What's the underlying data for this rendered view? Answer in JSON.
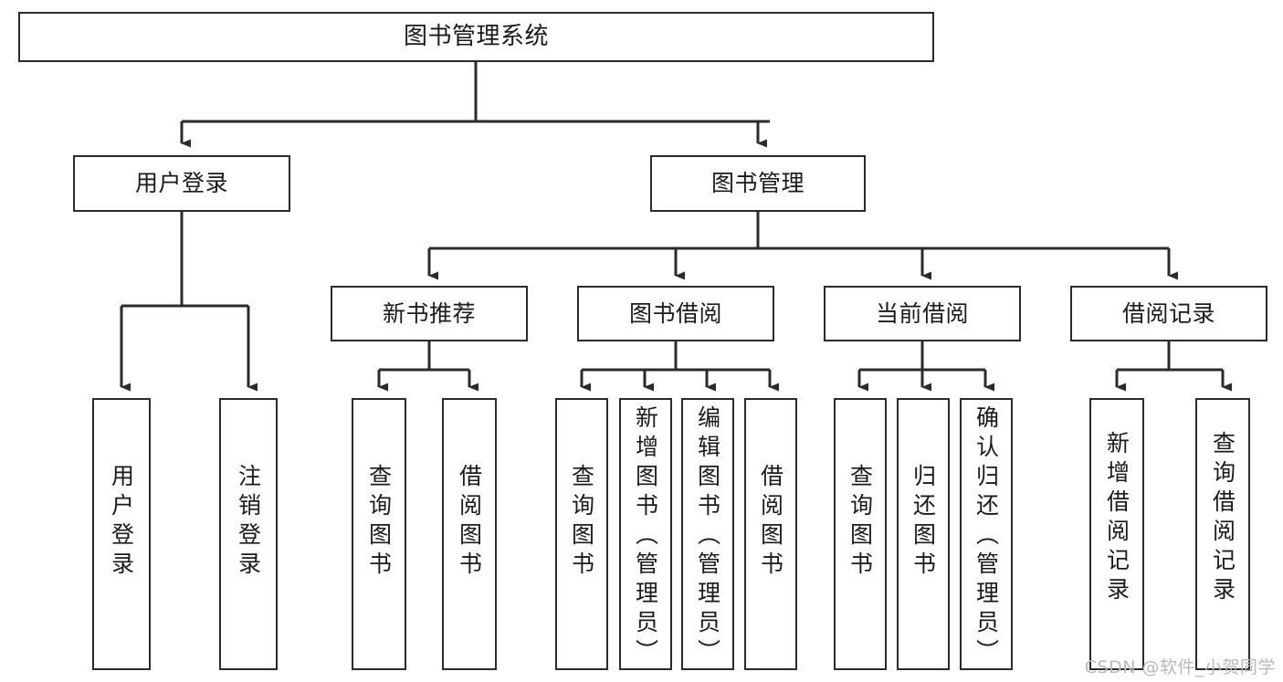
{
  "diagram": {
    "type": "tree-hierarchy",
    "title": "图书管理系统",
    "watermark": "CSDN @软件_小贺同学",
    "colors": {
      "stroke": "#2b2b2b",
      "fill": "#ffffff",
      "text": "#1a1a1a",
      "watermark": "#b9b9b9"
    },
    "nodes": {
      "root": {
        "label": "图书管理系统"
      },
      "level2": [
        {
          "id": "user-login",
          "label": "用户登录"
        },
        {
          "id": "book-manage",
          "label": "图书管理"
        }
      ],
      "level3": [
        {
          "id": "new-book-recommend",
          "label": "新书推荐"
        },
        {
          "id": "book-borrow",
          "label": "图书借阅"
        },
        {
          "id": "current-borrow",
          "label": "当前借阅"
        },
        {
          "id": "borrow-record",
          "label": "借阅记录"
        }
      ],
      "leaves": [
        {
          "id": "leaf-user-login",
          "label": "用户登录",
          "parent": "user-login"
        },
        {
          "id": "leaf-logout-login",
          "label": "注销登录",
          "parent": "user-login"
        },
        {
          "id": "leaf-query-book-1",
          "label": "查询图书",
          "parent": "new-book-recommend"
        },
        {
          "id": "leaf-borrow-book-1",
          "label": "借阅图书",
          "parent": "new-book-recommend"
        },
        {
          "id": "leaf-query-book-2",
          "label": "查询图书",
          "parent": "book-borrow"
        },
        {
          "id": "leaf-add-book",
          "label": "新增图书（管理员）",
          "parent": "book-borrow"
        },
        {
          "id": "leaf-edit-book",
          "label": "编辑图书（管理员）",
          "parent": "book-borrow"
        },
        {
          "id": "leaf-borrow-book-2",
          "label": "借阅图书",
          "parent": "book-borrow"
        },
        {
          "id": "leaf-query-book-3",
          "label": "查询图书",
          "parent": "current-borrow"
        },
        {
          "id": "leaf-return-book",
          "label": "归还图书",
          "parent": "current-borrow"
        },
        {
          "id": "leaf-confirm-return",
          "label": "确认归还（管理员）",
          "parent": "current-borrow"
        },
        {
          "id": "leaf-add-record",
          "label": "新增借阅记录",
          "parent": "borrow-record"
        },
        {
          "id": "leaf-query-record",
          "label": "查询借阅记录",
          "parent": "borrow-record"
        }
      ]
    }
  }
}
